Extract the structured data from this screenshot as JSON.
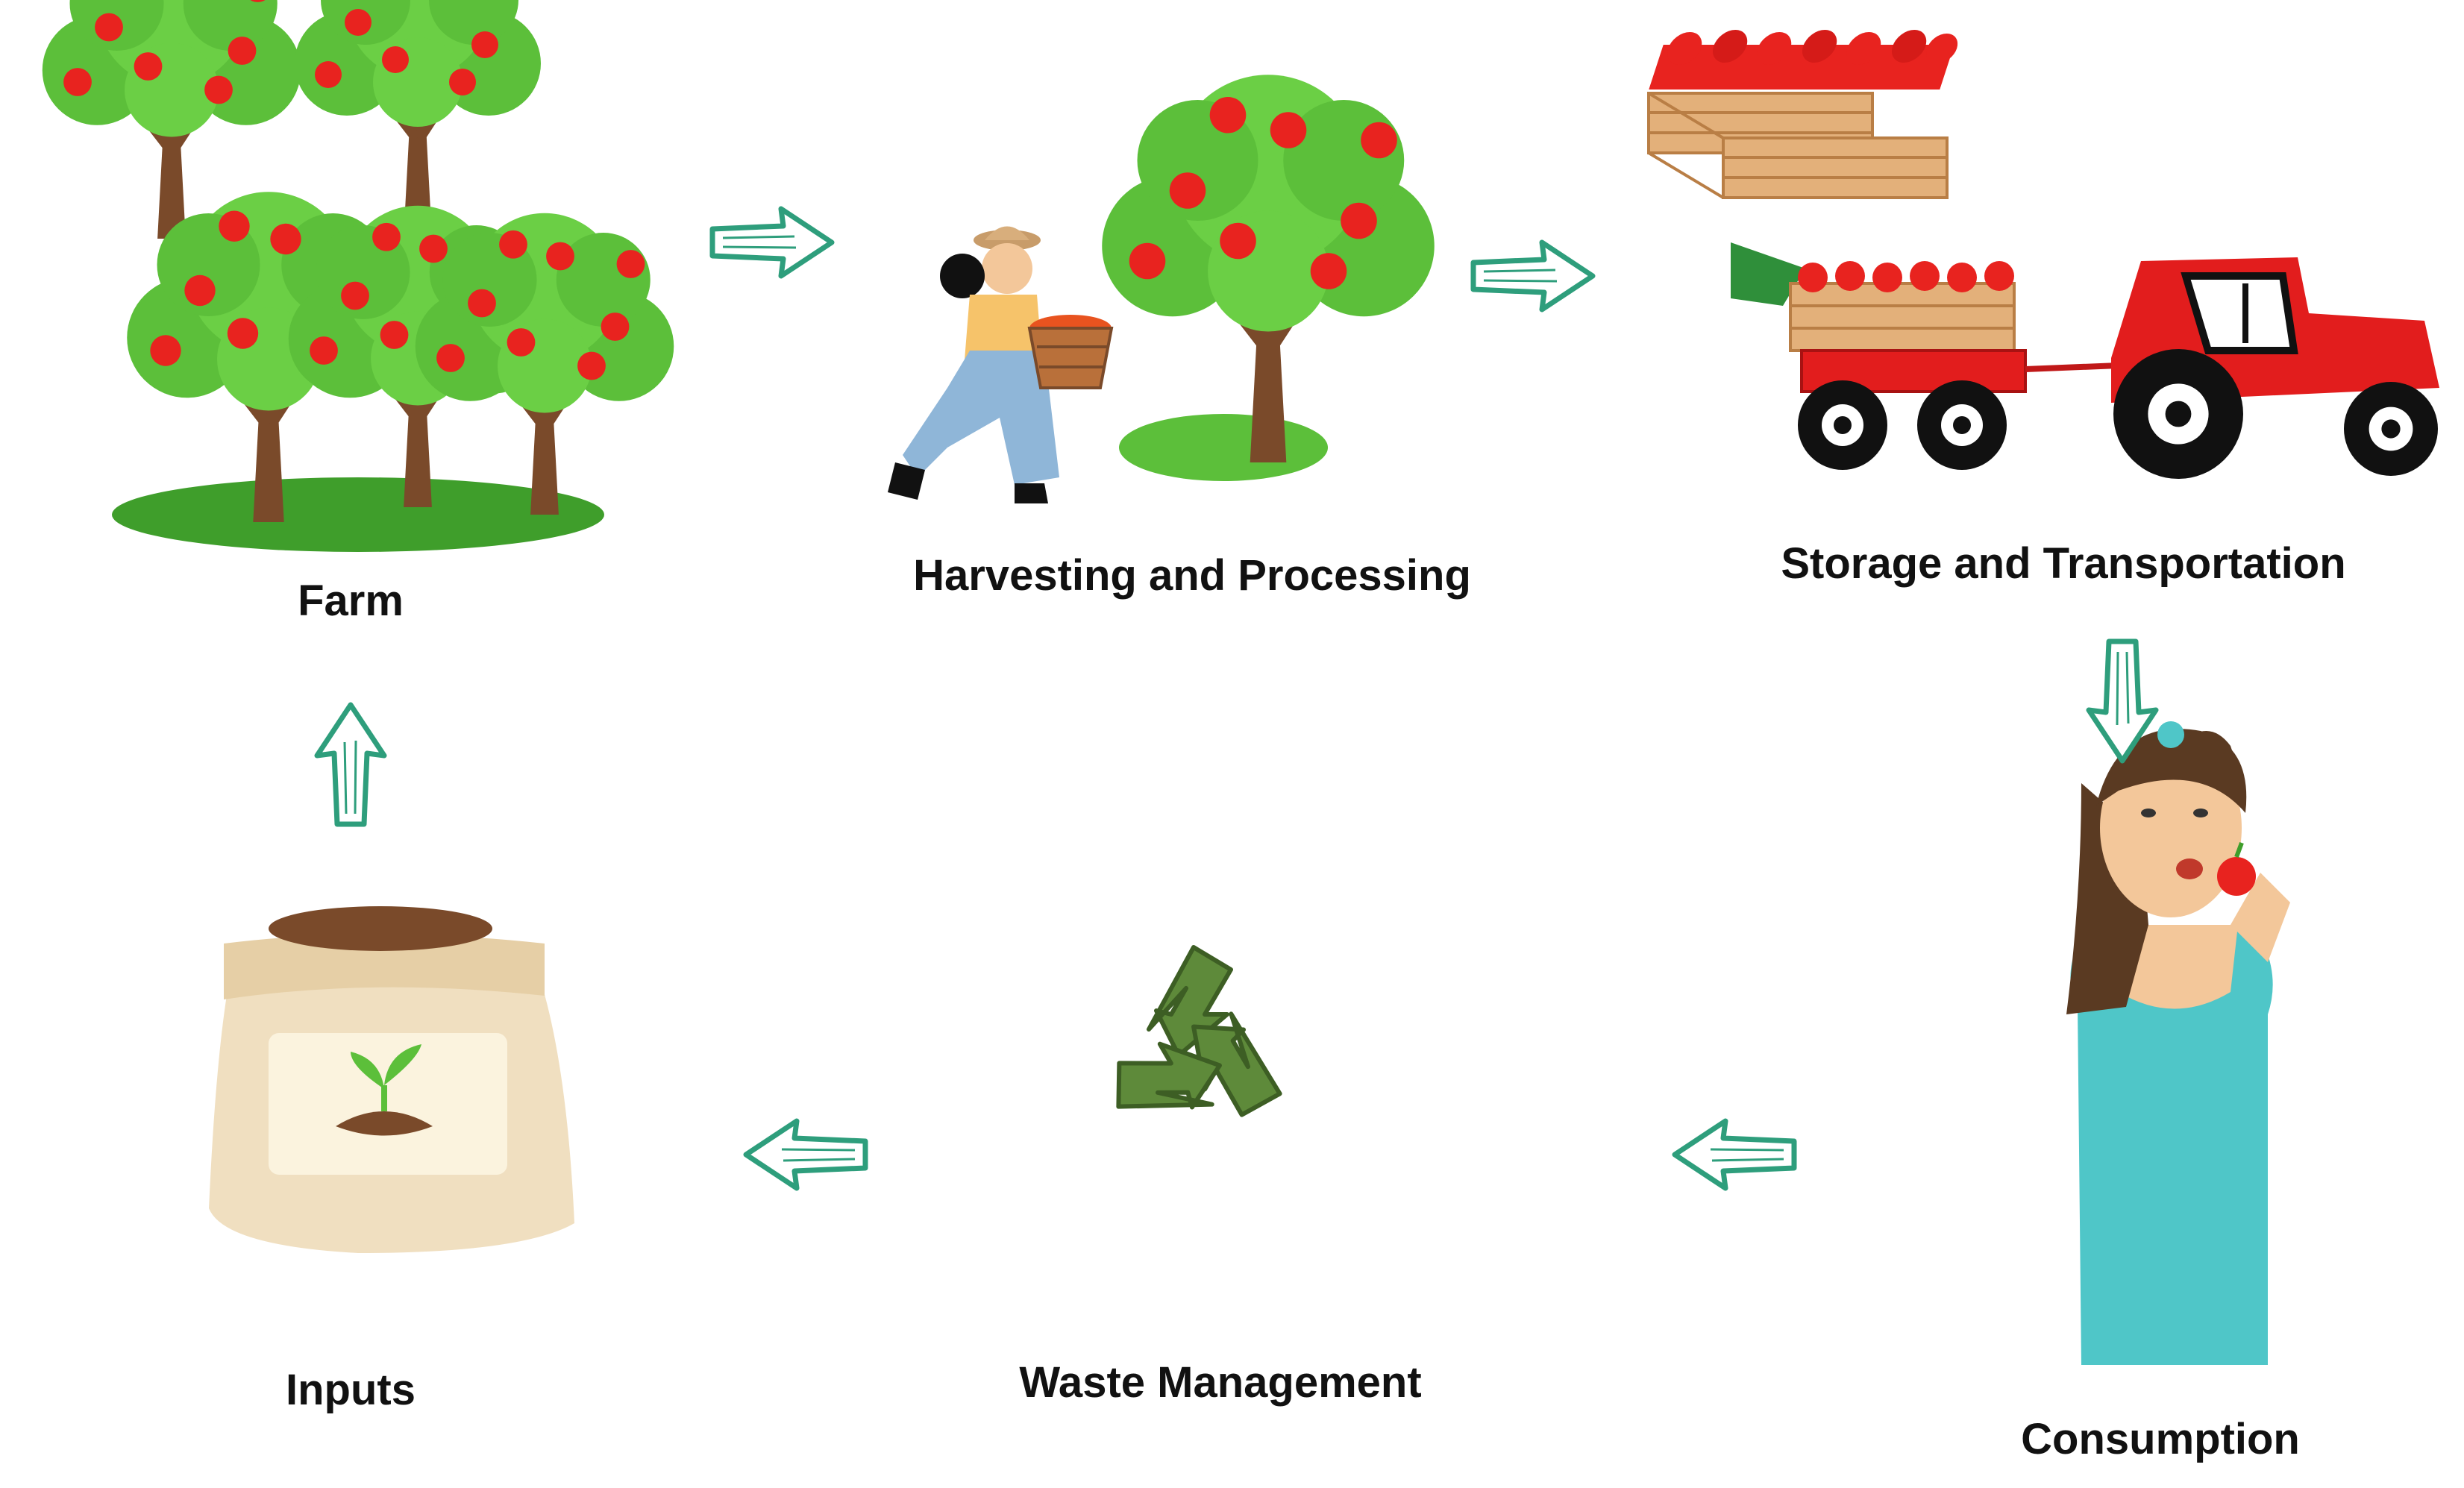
{
  "stages": {
    "farm": "Farm",
    "harvesting": "Harvesting and Processing",
    "storage": "Storage and Transportation",
    "consumption": "Consumption",
    "waste": "Waste Management",
    "inputs": "Inputs"
  },
  "colors": {
    "arrow": "#2e9e7c",
    "leaf": "#5cbf3a",
    "leaf_dark": "#3f9e2b",
    "apple": "#e8231f",
    "trunk": "#7a4a2a",
    "tractor": "#e21d1d",
    "crate": "#e3b07a",
    "recycle": "#5e8a3a",
    "sack": "#f0dfc0",
    "shirt": "#4fc6c8"
  },
  "icons": [
    "apple-trees-icon",
    "harvester-icon",
    "apple-tree-icon",
    "crates-icon",
    "tractor-icon",
    "woman-eating-apple-icon",
    "recycle-icon",
    "fertilizer-sack-icon"
  ]
}
